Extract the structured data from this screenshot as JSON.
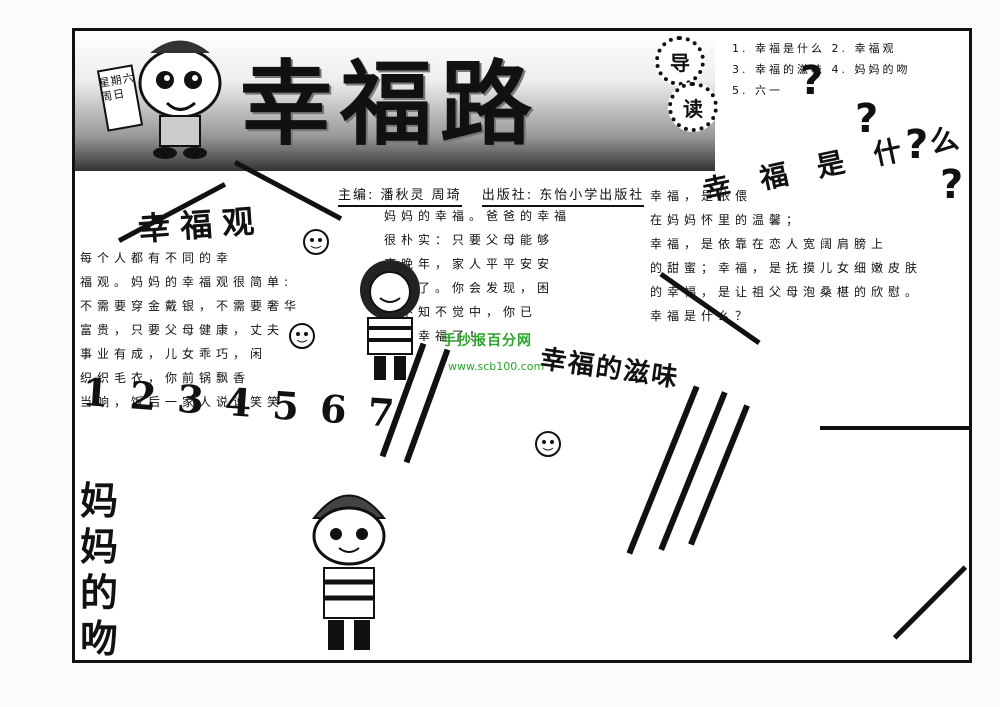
{
  "banner": {
    "title": "幸福路",
    "scroll_label": "星期六 周日",
    "badge1": "导",
    "badge2": "读"
  },
  "toc": {
    "line1": "1. 幸福是什么  2. 幸福观",
    "line2": "3. 幸福的滋味  4. 妈妈的吻",
    "line3": "5. 六一"
  },
  "editor": {
    "credit": "主编: 潘秋灵  周琦",
    "publisher": "出版社: 东怡小学出版社"
  },
  "sections": {
    "left_heading": "幸福观",
    "right_heading": "幸福是什么",
    "mid_heading": "幸福的滋味",
    "music": "1 2 3 4 5 6 7",
    "vertical": "妈妈的吻"
  },
  "icons": {
    "q": "?"
  },
  "text": {
    "left_col": "每个人都有不同的幸\n福观。妈妈的幸福观很简单:\n不需要穿金戴银，不需要奢华\n富贵，只要父母健康，丈夫\n事业有成，儿女乖巧，闲\n织织毛衣，你前锅飘香\n当响，饭后一家人说说笑笑",
    "mid_col": "妈妈的幸福。爸爸的幸福\n很朴实：只要父母能够\n度晚年，家人平平安安\n就行了。你会发现，困\n在不知不觉中，你已\n经很幸福了！",
    "right_col": "幸福，是依偎\n在妈妈怀里的温馨；\n幸福，是依靠在恋人宽阔肩膀上\n的甜蜜；幸福，是抚摸儿女细嫩皮肤\n的幸福，是让祖父母泡桑椹的欣慰。\n幸福是什么？"
  },
  "watermark": {
    "name": "手抄报百分网",
    "url": "www.scb100.com"
  }
}
